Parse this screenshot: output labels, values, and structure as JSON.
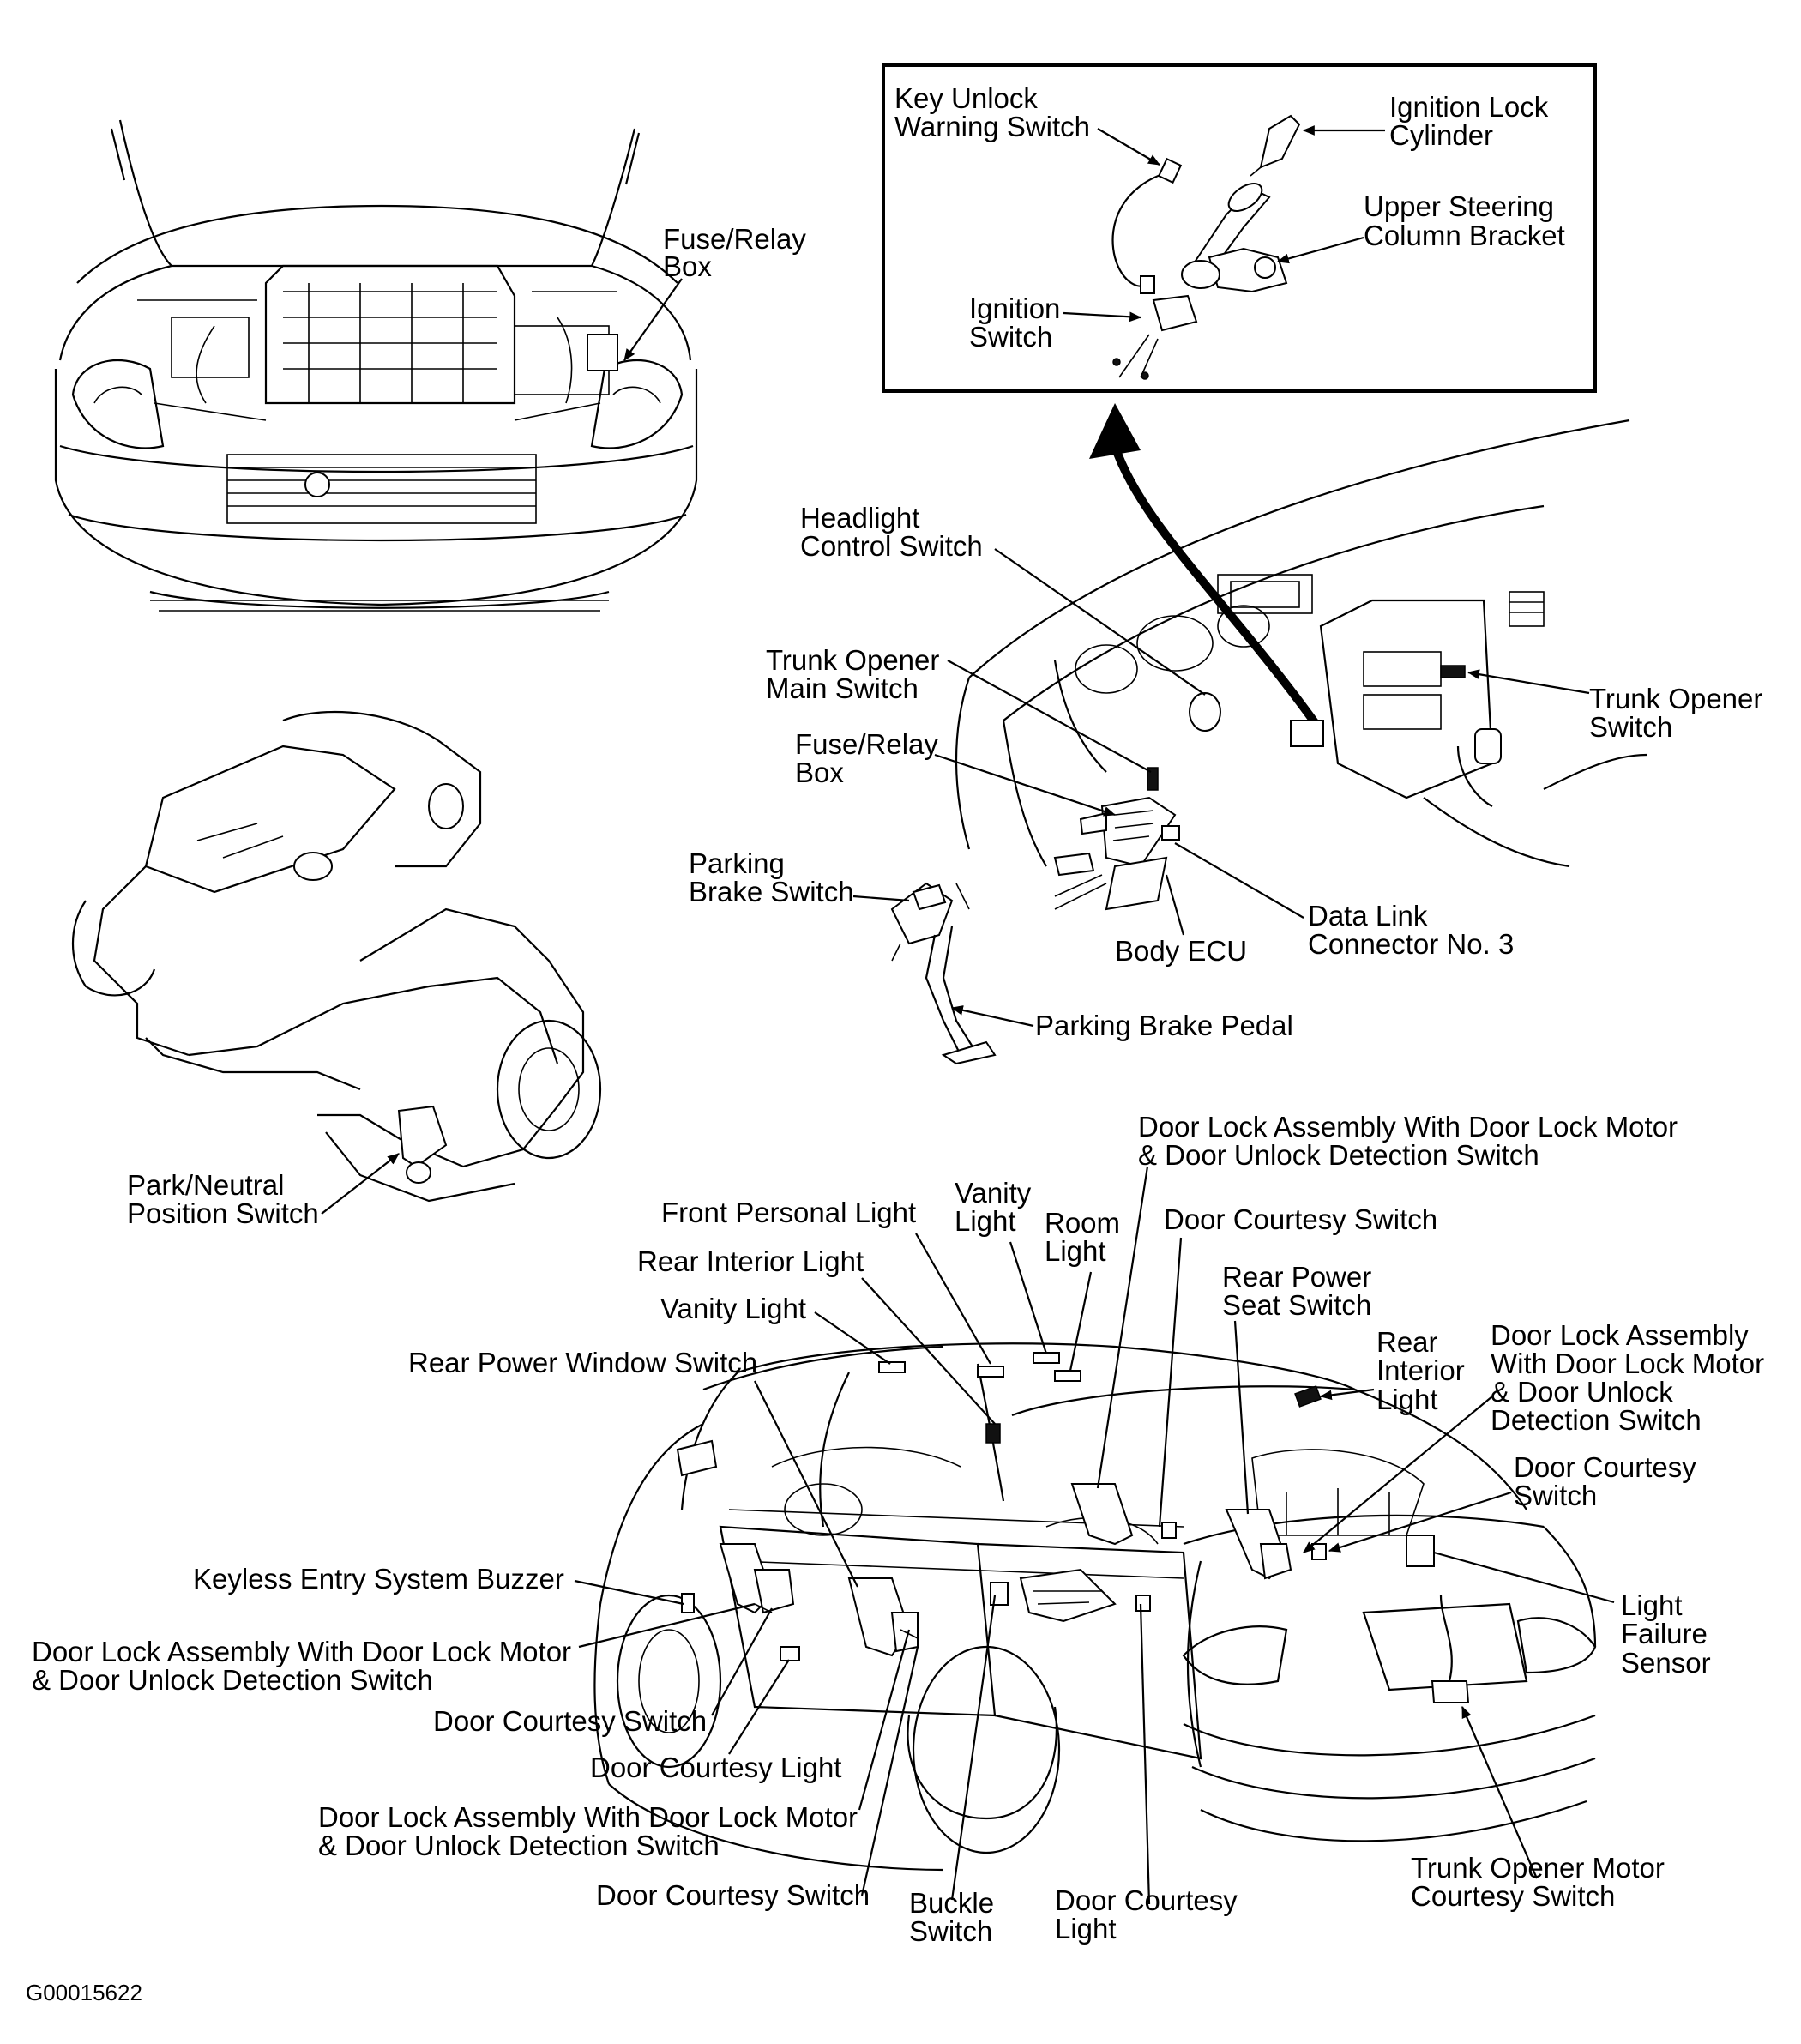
{
  "labels": {
    "fuse_relay_box_engine": [
      "Fuse/Relay",
      "Box"
    ],
    "key_unlock_warning_switch": [
      "Key Unlock",
      "Warning Switch"
    ],
    "ignition_lock_cylinder": [
      "Ignition Lock",
      "Cylinder"
    ],
    "upper_steering_column_bracket": [
      "Upper Steering",
      "Column Bracket"
    ],
    "ignition_switch": [
      "Ignition",
      "Switch"
    ],
    "headlight_control_switch": [
      "Headlight",
      "Control Switch"
    ],
    "trunk_opener_main_switch": [
      "Trunk Opener",
      "Main Switch"
    ],
    "fuse_relay_box_dash": [
      "Fuse/Relay",
      "Box"
    ],
    "trunk_opener_switch": [
      "Trunk Opener",
      "Switch"
    ],
    "parking_brake_switch": [
      "Parking",
      "Brake Switch"
    ],
    "body_ecu": [
      "Body ECU"
    ],
    "data_link_connector": [
      "Data Link",
      "Connector No. 3"
    ],
    "parking_brake_pedal": [
      "Parking Brake Pedal"
    ],
    "park_neutral_position_switch": [
      "Park/Neutral",
      "Position Switch"
    ],
    "door_lock_assembly_top": [
      "Door Lock Assembly With Door Lock Motor",
      "& Door Unlock Detection Switch"
    ],
    "front_personal_light": [
      "Front Personal Light"
    ],
    "vanity_light_top": [
      "Vanity",
      "Light"
    ],
    "room_light": [
      "Room",
      "Light"
    ],
    "door_courtesy_switch_top": [
      "Door Courtesy Switch"
    ],
    "rear_interior_light_left": [
      "Rear Interior Light"
    ],
    "rear_power_seat_switch": [
      "Rear Power",
      "Seat Switch"
    ],
    "vanity_light_left": [
      "Vanity Light"
    ],
    "rear_interior_light_right": [
      "Rear",
      "Interior",
      "Light"
    ],
    "door_lock_assembly_right": [
      "Door Lock Assembly",
      "With Door Lock Motor",
      "& Door Unlock",
      "Detection Switch"
    ],
    "rear_power_window_switch": [
      "Rear Power Window Switch"
    ],
    "door_courtesy_switch_right": [
      "Door Courtesy",
      "Switch"
    ],
    "keyless_entry_buzzer": [
      "Keyless Entry System Buzzer"
    ],
    "light_failure_sensor": [
      "Light",
      "Failure",
      "Sensor"
    ],
    "door_lock_assembly_left": [
      "Door Lock Assembly With Door Lock Motor",
      "& Door Unlock Detection Switch"
    ],
    "door_courtesy_switch_left": [
      "Door Courtesy Switch"
    ],
    "door_courtesy_light_left": [
      "Door Courtesy Light"
    ],
    "door_lock_assembly_bottom": [
      "Door Lock Assembly With Door Lock Motor",
      "& Door Unlock Detection Switch"
    ],
    "door_courtesy_switch_bottom": [
      "Door Courtesy Switch"
    ],
    "buckle_switch": [
      "Buckle",
      "Switch"
    ],
    "door_courtesy_light_bottom": [
      "Door Courtesy",
      "Light"
    ],
    "trunk_opener_motor": [
      "Trunk Opener Motor",
      "Courtesy Switch"
    ]
  },
  "figure_code": "G00015622"
}
